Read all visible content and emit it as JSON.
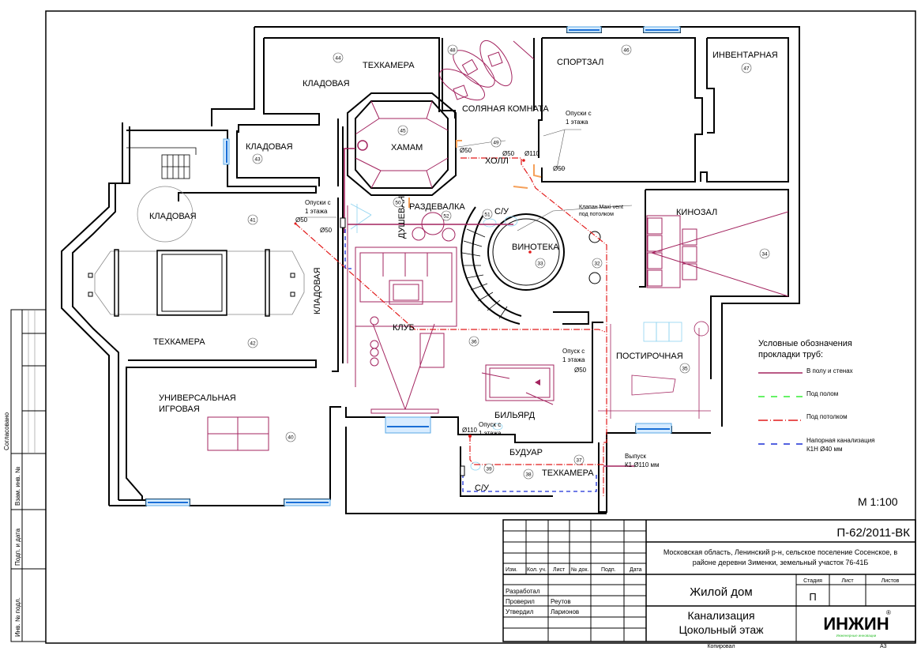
{
  "drawing": {
    "scale": "М 1:100",
    "code": "П-62/2011-ВК",
    "address": [
      "Московская область, Ленинский р-н, сельское поселение Сосенское, в",
      "районе деревни Зименки, земельный участок 76-41Б"
    ],
    "object": "Жилой дом",
    "sheet_title": [
      "Канализация",
      "Цокольный этаж"
    ],
    "stage_header": "Стадия",
    "sheet_header": "Лист",
    "sheets_header": "Листов",
    "stage": "П",
    "sheet": "",
    "sheets": "",
    "copied": "Копировал",
    "format": "А3",
    "logo": {
      "text": "ИНЖИН",
      "subtitle": "Инженерные инновации",
      "reg": "®",
      "color_main": "#000000",
      "color_sub": "#2fbf2f"
    }
  },
  "title_block": {
    "columns": [
      "Изм.",
      "Кол. уч.",
      "Лист",
      "№ док.",
      "Подп.",
      "Дата"
    ],
    "roles": [
      {
        "role": "Разработал",
        "name": ""
      },
      {
        "role": "Проверил",
        "name": "Реутов"
      },
      {
        "role": "Утвердил",
        "name": "Ларионов"
      }
    ]
  },
  "side_stamp": {
    "agreed": "Согласовано",
    "fields": [
      "Взам. инв. №",
      "Подп. и дата",
      "Инв. № подл."
    ]
  },
  "legend": {
    "title": [
      "Условные обозначения",
      "прокладки труб:"
    ],
    "items": [
      {
        "label": "В полу и стенах",
        "style": "solid",
        "color": "#a3245f"
      },
      {
        "label": "Под полом",
        "style": "dashed",
        "color": "#33ee33"
      },
      {
        "label": "Под потолком",
        "style": "dash-dot",
        "color": "#e21b1b"
      },
      {
        "label": "Напорная канализация",
        "label2": "К1Н Ø40 мм",
        "style": "dashed",
        "color": "#1a2fd6"
      }
    ]
  },
  "rooms": [
    {
      "id": "44",
      "name": "ТЕХКАМЕРА"
    },
    {
      "id": "44b",
      "name": "КЛАДОВАЯ"
    },
    {
      "id": "48",
      "name": "СОЛЯНАЯ КОМНАТА"
    },
    {
      "id": "46",
      "name": "СПОРТЗАЛ"
    },
    {
      "id": "47",
      "name": "ИНВЕНТАРНАЯ"
    },
    {
      "id": "43",
      "name": "КЛАДОВАЯ"
    },
    {
      "id": "45",
      "name": "ХАМАМ"
    },
    {
      "id": "49",
      "name": "ХОЛЛ"
    },
    {
      "id": "41",
      "name": "КЛАДОВАЯ"
    },
    {
      "id": "50",
      "name": "ДУШЕВАЯ"
    },
    {
      "id": "52",
      "name": "РАЗДЕВАЛКА"
    },
    {
      "id": "51",
      "name": "С/У"
    },
    {
      "id": "33",
      "name": "ВИНОТЕКА"
    },
    {
      "id": "32",
      "name": ""
    },
    {
      "id": "34",
      "name": "КИНОЗАЛ"
    },
    {
      "id": "42",
      "name": "ТЕХКАМЕРА"
    },
    {
      "id": "41b",
      "name": "КЛАДОВАЯ"
    },
    {
      "id": "36",
      "name": "КЛУБ"
    },
    {
      "id": "35",
      "name": "ПОСТИРОЧНАЯ"
    },
    {
      "id": "40",
      "name": "УНИВЕРСАЛЬНАЯ ИГРОВАЯ"
    },
    {
      "id": "36b",
      "name": "БИЛЬЯРД"
    },
    {
      "id": "39",
      "name": "С/У"
    },
    {
      "id": "38",
      "name": "БУДУАР"
    },
    {
      "id": "37",
      "name": "ТЕХКАМЕРА"
    }
  ],
  "annotations": {
    "drops_1": [
      "Опуски с",
      "1 этажа"
    ],
    "drops_2": [
      "Опуски с",
      "1 этажа"
    ],
    "drop_3": [
      "Опуск с",
      "1 этажа"
    ],
    "drop_4": [
      "Опуск с",
      "1 этажа"
    ],
    "maxivent": [
      "Клапан Maxi-vent",
      "под потолком"
    ],
    "outlet": [
      "Выпуск",
      "К1 Ø110 мм"
    ],
    "d50": "Ø50",
    "d110": "Ø110"
  }
}
